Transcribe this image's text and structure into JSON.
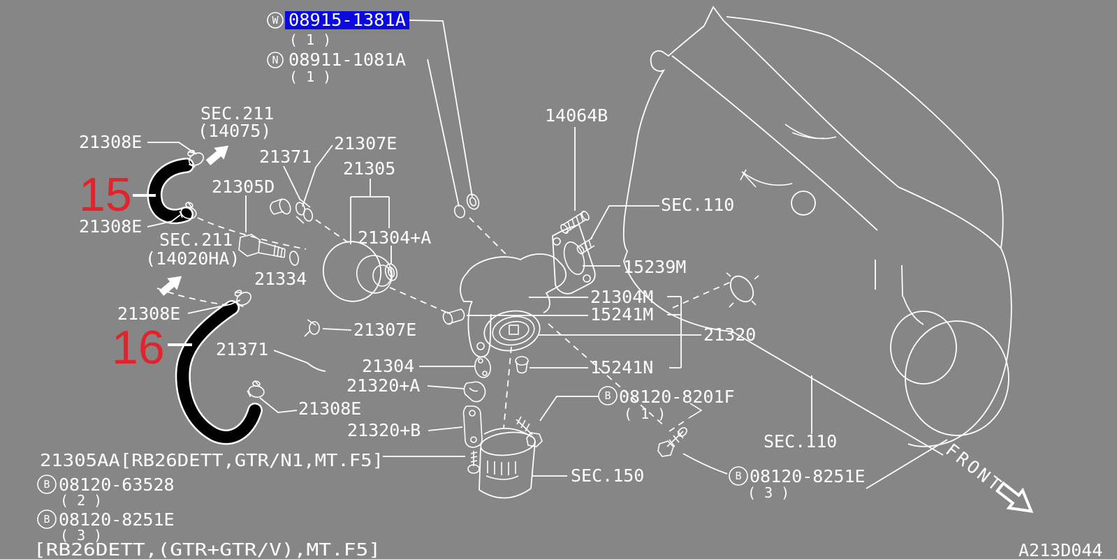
{
  "diagram": {
    "code": "A213D044",
    "front_label": "FRONT",
    "colors": {
      "background": "#868686",
      "lines": "#ffffff",
      "highlight_bg": "#0a0ae0",
      "highlight_text": "#ffffff",
      "callout_red": "#e3232b"
    },
    "letters": {
      "w": "W",
      "n": "N",
      "b": "B"
    },
    "selected_part": {
      "prefix": "W",
      "number": "08915-1381A",
      "qty": "( 1 )"
    },
    "parts": {
      "pn08915": "08915-1381A",
      "pn08911": "08911-1081A",
      "p21308e": "21308E",
      "p21371": "21371",
      "p21305d": "21305D",
      "p21307e": "21307E",
      "p21305": "21305",
      "p21304a": "21304+A",
      "p21334": "21334",
      "p14064b": "14064B",
      "p15239m": "15239M",
      "p21304m": "21304M",
      "p15241m": "15241M",
      "p15241n": "15241N",
      "p21320": "21320",
      "p21304": "21304",
      "p21320a": "21320+A",
      "p21320b": "21320+B",
      "b8201f": "08120-8201F",
      "b8251e": "08120-8251E",
      "b63528": "08120-63528"
    },
    "sections": {
      "sec211": "SEC.211",
      "sec211_ref_a": "(14075)",
      "sec211_ref_b": "(14020HA)",
      "sec110": "SEC.110",
      "sec150": "SEC.150"
    },
    "callouts": {
      "hose_upper": "15",
      "hose_lower": "16"
    },
    "qty": {
      "q1": "( 1 )",
      "q2": "( 2 )",
      "q3": "( 3 )"
    },
    "notes": {
      "line1": "21305AA[RB26DETT,GTR/N1,MT.F5]",
      "line2": "[RB26DETT,(GTR+GTR/V),MT.F5]"
    }
  }
}
